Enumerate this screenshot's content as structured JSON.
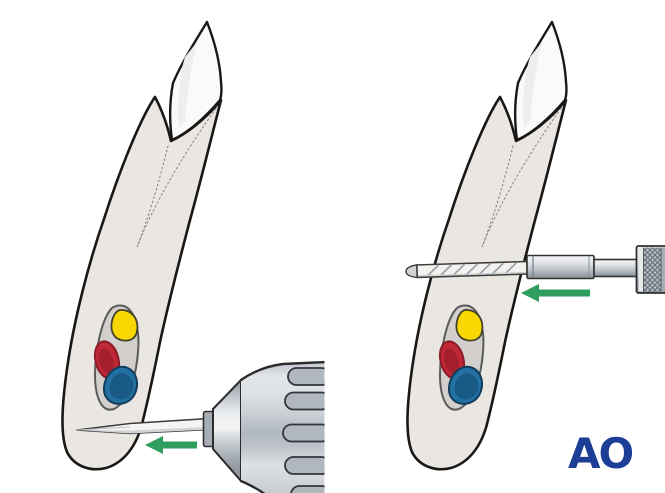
{
  "illustration": {
    "type": "surgical-technique-two-panel-illustration",
    "background": "#ffffff",
    "logo": {
      "text": "AO",
      "color": "#1d3e97"
    },
    "colors": {
      "finger_fill": "#eae6e2",
      "finger_outline": "#1a1816",
      "nail_fill": "#fafaf9",
      "bone_dotted_line": "#8e8b88",
      "cross_section_fill": "#d2cfcd",
      "cross_section_outline": "#5a5b5d",
      "nerve_yellow": "#f8d702",
      "artery_red": "#c02837",
      "vein_blue": "#2371a3",
      "arrow_green": "#2f9e5f",
      "metal_light": "#f2f3f4",
      "metal_dark": "#8a9199"
    },
    "panels": [
      {
        "id": "left",
        "subject": "fingertip-with-nail-side-view",
        "cross_section_blobs": [
          "yellow",
          "red",
          "blue"
        ],
        "tool": "drill-chuck-with-pointed-k-wire",
        "arrow": "points-left"
      },
      {
        "id": "right",
        "subject": "fingertip-with-nail-side-view",
        "cross_section_blobs": [
          "yellow",
          "red",
          "blue"
        ],
        "tool": "spiral-drill-bit-with-sleeve-and-knurled-knob",
        "arrow": "points-left"
      }
    ]
  }
}
